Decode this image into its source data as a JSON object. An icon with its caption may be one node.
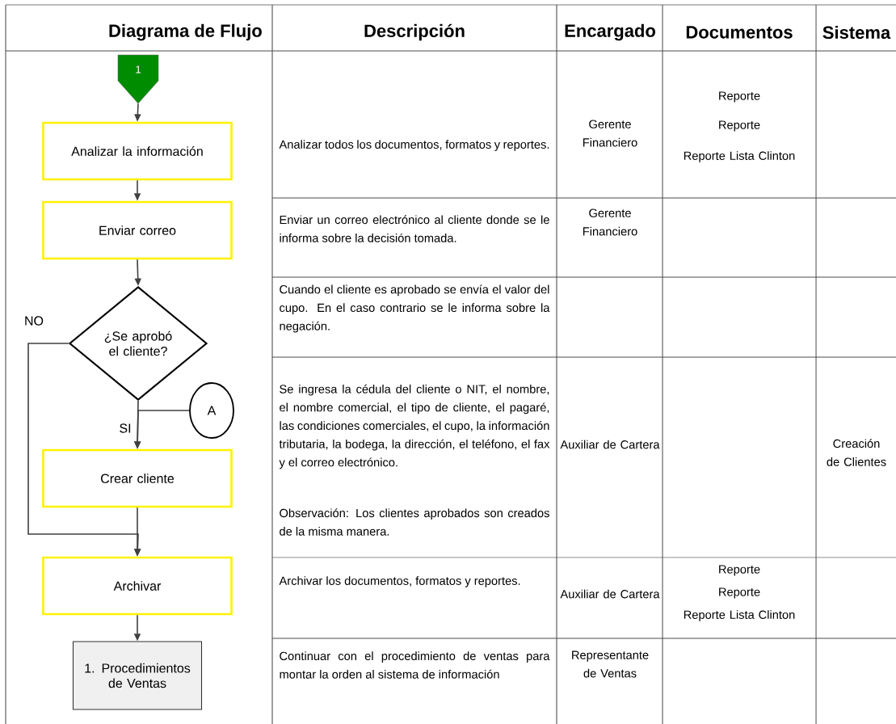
{
  "diagram": {
    "nodes": [
      {
        "text": [
          "1"
        ]
      },
      {
        "text": [
          "Analizar la información"
        ]
      },
      {
        "text": [
          "Enviar correo"
        ]
      },
      {
        "text": [
          "¿Se aprobó el cliente?"
        ]
      },
      {
        "text": [
          "A"
        ]
      },
      {
        "text": [
          "Crear cliente"
        ]
      },
      {
        "text": [
          "Archivar"
        ]
      },
      {
        "text": [
          "1. Procedimientos de Ventas"
        ]
      }
    ],
    "edges": [
      {
        "from": 0,
        "to": 1,
        "arrow": "to"
      },
      {
        "from": 1,
        "to": 2,
        "arrow": "to"
      },
      {
        "from": 2,
        "to": 3,
        "arrow": "to"
      },
      {
        "from": 3,
        "to": 5,
        "arrow": "to",
        "label": "SI"
      },
      {
        "from": 4,
        "to": 5,
        "arrow": "to"
      },
      {
        "from": 3,
        "to": 6,
        "arrow": "to",
        "label": "NO"
      },
      {
        "from": 5,
        "to": 6,
        "arrow": "to"
      },
      {
        "from": 6,
        "to": 7,
        "arrow": "to"
      }
    ],
    "labels": [
      "Diagrama de Flujo",
      "Descripción",
      "Encargado",
      "Documentos",
      "Sistema",
      "Analizar todos los documentos, formatos y reportes.",
      "Gerente Financiero",
      "Reporte",
      "Reporte",
      "Reporte Lista Clinton",
      "Enviar un correo electrónico al cliente donde se le informa sobre la decisión tomada.",
      "Gerente Financiero",
      "Cuando el cliente es aprobado se envía el valor del cupo. En el caso contrario se le informa sobre la negación.",
      "Se ingresa la cédula del cliente o NIT, el nombre, el nombre comercial, el tipo de cliente, el pagaré, las condiciones comerciales, el cupo, la información tributaria, la bodega, la dirección, el teléfono, el fax y el correo electrónico.",
      "Observación: Los clientes aprobados son creados de la misma manera.",
      "Auxiliar de Cartera",
      "Creación de Clientes",
      "Archivar los documentos, formatos y reportes.",
      "Auxiliar de Cartera",
      "Reporte",
      "Reporte",
      "Reporte Lista Clinton",
      "Continuar con el procedimiento de ventas para montar la orden al sistema de información",
      "Representante de Ventas"
    ]
  }
}
